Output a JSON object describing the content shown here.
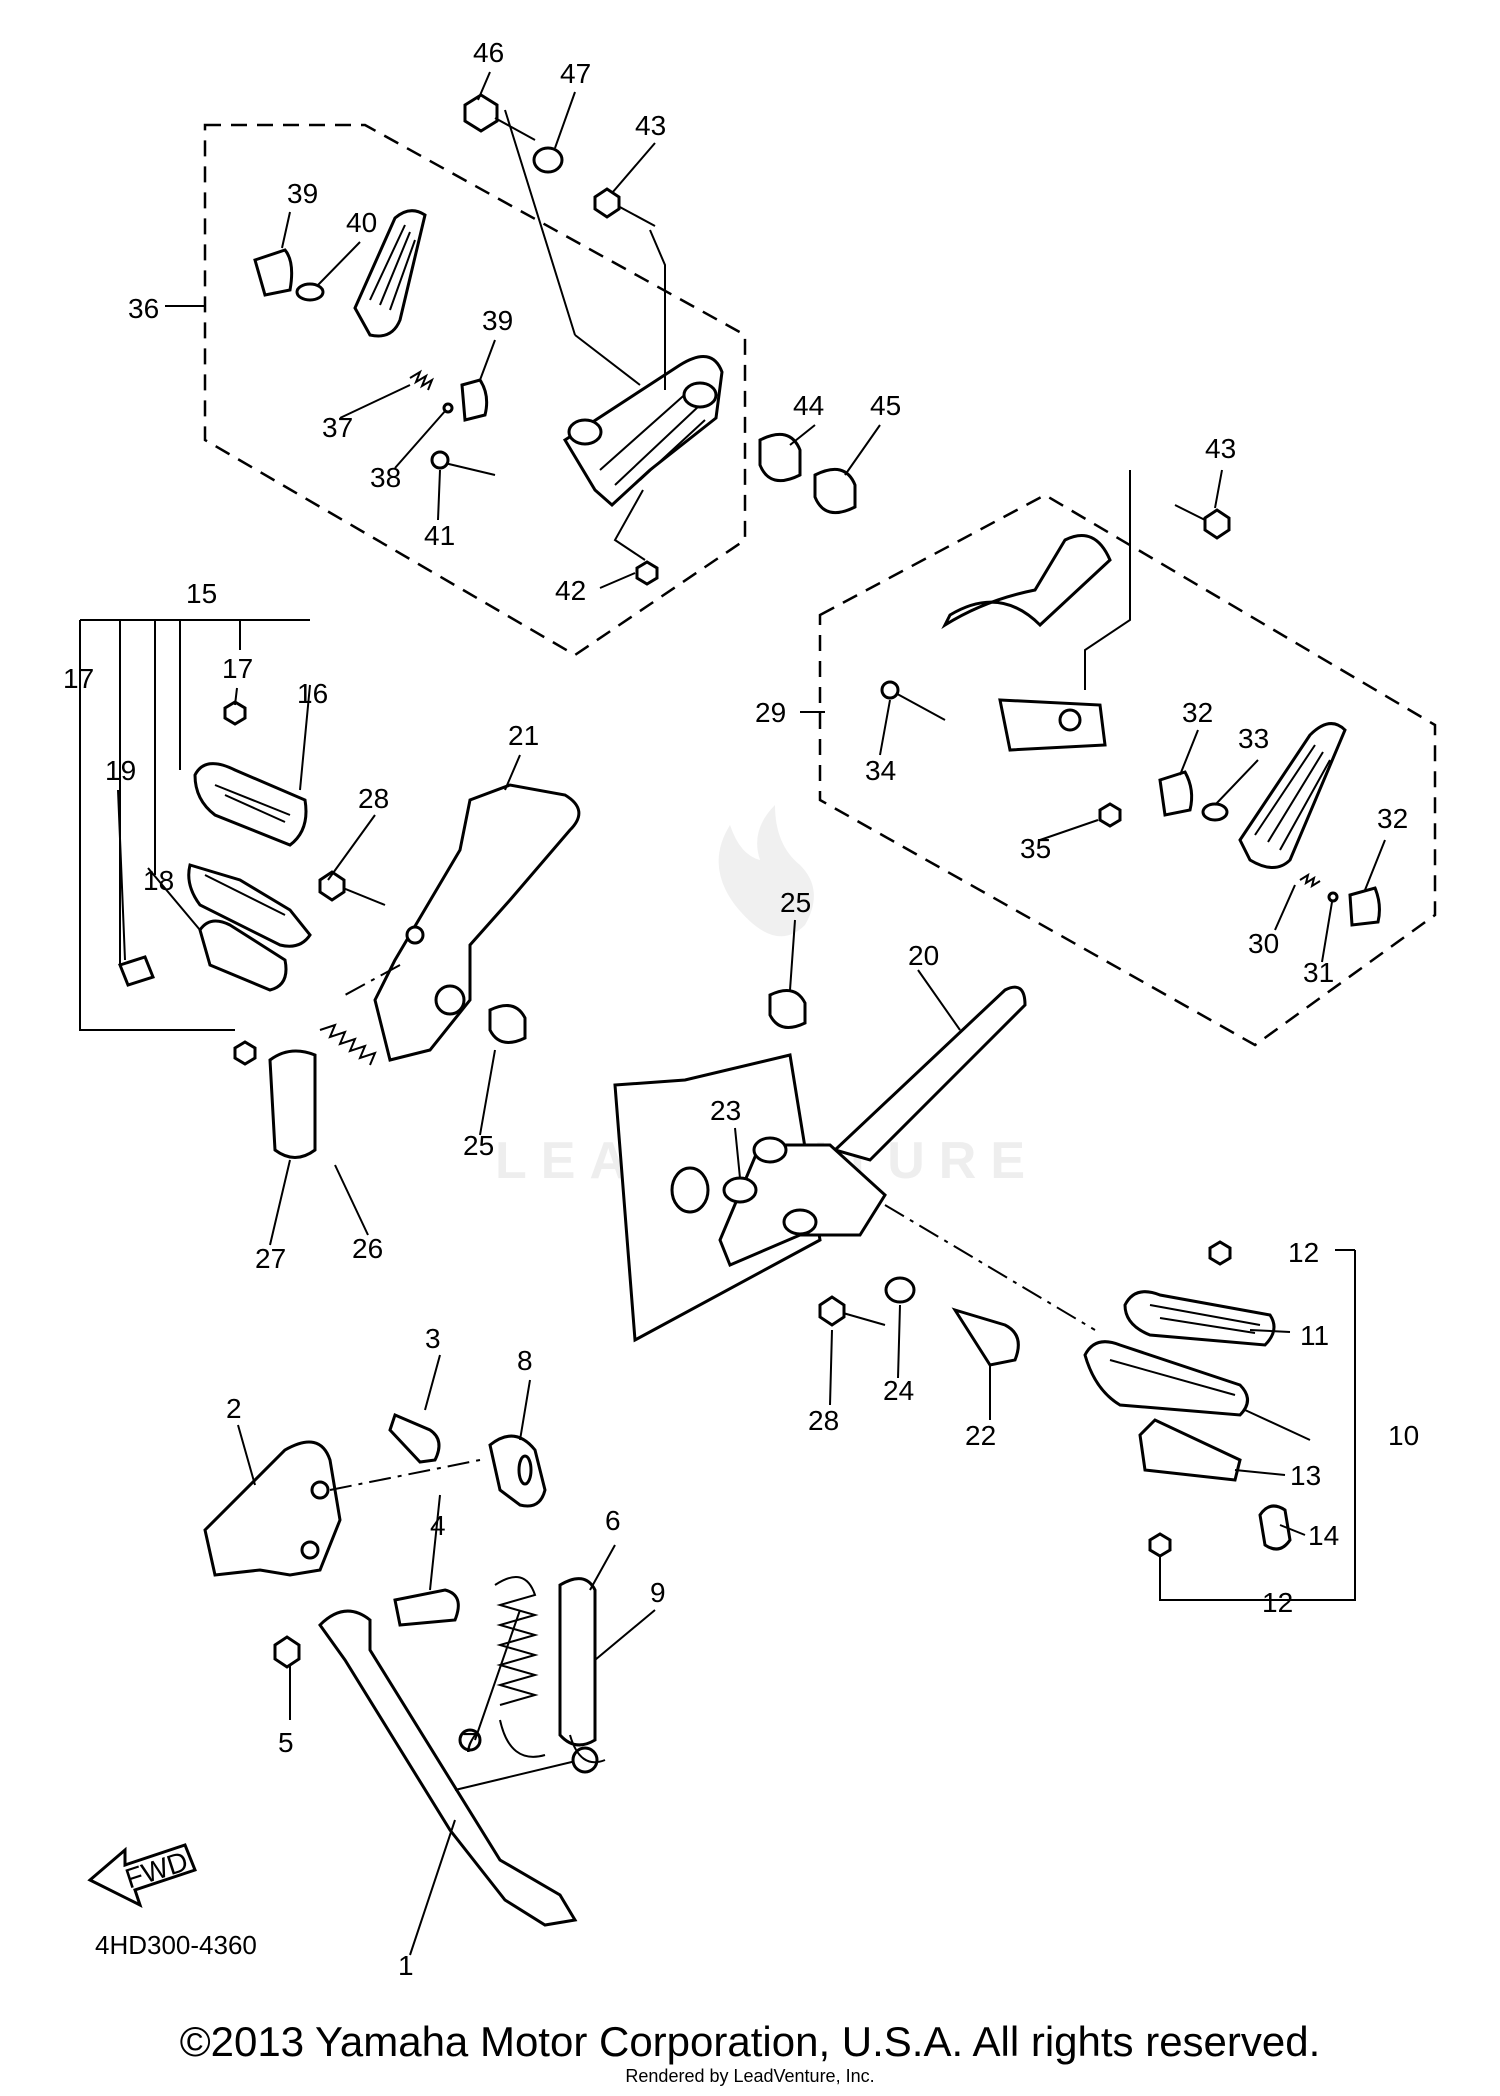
{
  "diagram_code": "4HD300-4360",
  "fwd_label": "FWD",
  "watermark": "LEADVENTURE",
  "copyright": "©2013 Yamaha Motor Corporation, U.S.A. All rights reserved.",
  "rendered_by": "Rendered by LeadVenture, Inc.",
  "callouts": {
    "c1": "1",
    "c2": "2",
    "c3": "3",
    "c4": "4",
    "c5": "5",
    "c6": "6",
    "c7": "7",
    "c8": "8",
    "c9": "9",
    "c10": "10",
    "c11": "11",
    "c12a": "12",
    "c12b": "12",
    "c13": "13",
    "c14": "14",
    "c15": "15",
    "c16": "16",
    "c17a": "17",
    "c17b": "17",
    "c18": "18",
    "c19": "19",
    "c20": "20",
    "c21": "21",
    "c22": "22",
    "c23": "23",
    "c24": "24",
    "c25a": "25",
    "c25b": "25",
    "c26": "26",
    "c27": "27",
    "c28a": "28",
    "c28b": "28",
    "c29": "29",
    "c30": "30",
    "c31": "31",
    "c32a": "32",
    "c32b": "32",
    "c33": "33",
    "c34": "34",
    "c35": "35",
    "c36": "36",
    "c37": "37",
    "c38": "38",
    "c39a": "39",
    "c39b": "39",
    "c40": "40",
    "c41": "41",
    "c42": "42",
    "c43a": "43",
    "c43b": "43",
    "c44": "44",
    "c45": "45",
    "c46": "46",
    "c47": "47"
  }
}
